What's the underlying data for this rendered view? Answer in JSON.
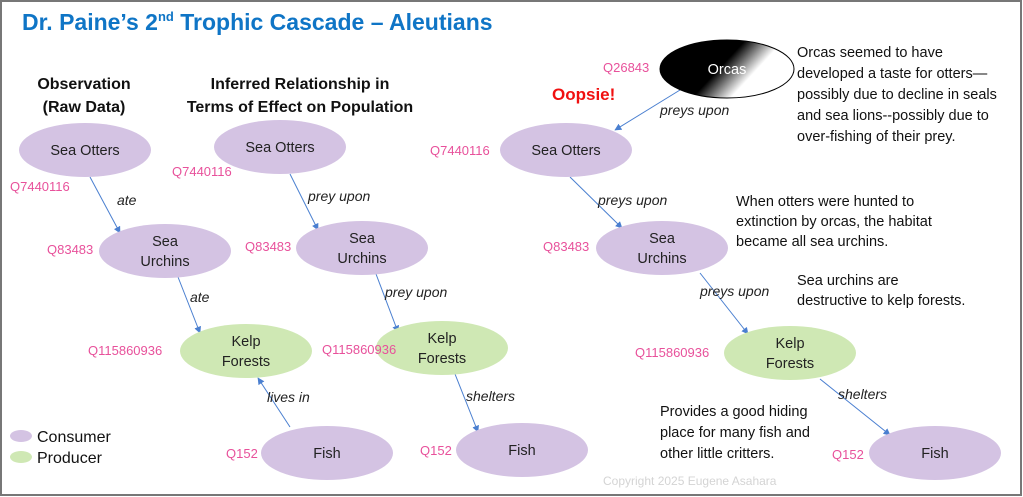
{
  "title": {
    "main": "Dr. Paine’s 2",
    "sup": "nd",
    "rest": " Trophic Cascade – Aleutians"
  },
  "headers": {
    "observation": [
      "Observation",
      "(Raw Data)"
    ],
    "inferred": [
      "Inferred Relationship in",
      "Terms of Effect on Population"
    ]
  },
  "nodes": {
    "otters": "Sea Otters",
    "urchins": [
      "Sea",
      "Urchins"
    ],
    "kelp": [
      "Kelp",
      "Forests"
    ],
    "fish": "Fish",
    "orcas": "Orcas"
  },
  "qids": {
    "otters": "Q7440116",
    "urchins": "Q83483",
    "kelp": "Q115860936",
    "fish": "Q152",
    "orcas": "Q26843"
  },
  "relations": {
    "col1": [
      "ate",
      "ate",
      "lives in"
    ],
    "col2": [
      "prey upon",
      "prey upon",
      "shelters"
    ],
    "col3": [
      "preys upon",
      "preys upon",
      "preys upon",
      "shelters"
    ]
  },
  "oopsie": "Oopsie!",
  "notes": {
    "orcas": [
      "Orcas seemed to have",
      "developed a taste for otters—",
      "possibly due to decline in seals",
      "and sea lions--possibly due to",
      "over-fishing of their prey."
    ],
    "urchins": [
      "When otters were hunted to",
      "extinction by orcas, the habitat",
      "became all sea urchins."
    ],
    "kelp": [
      "Sea urchins are",
      "destructive to kelp forests."
    ],
    "fish": [
      "Provides a good hiding",
      "place for many fish and",
      "other little critters."
    ]
  },
  "legend": {
    "consumer": "Consumer",
    "producer": "Producer"
  },
  "copyright": "Copyright 2025 Eugene Asahara",
  "colors": {
    "consumer": "#d4c3e3",
    "producer": "#cfe8b4",
    "title": "#0f75c6",
    "qid": "#e8519b",
    "edge": "#4a7fd0"
  }
}
